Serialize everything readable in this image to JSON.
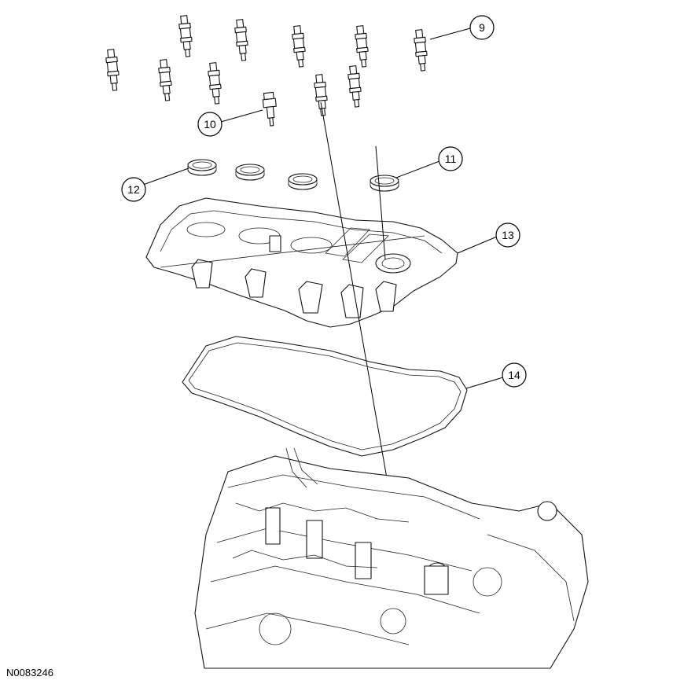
{
  "figure_id": "N0083246",
  "callouts": [
    {
      "id": "9",
      "label": "9"
    },
    {
      "id": "10",
      "label": "10"
    },
    {
      "id": "11",
      "label": "11"
    },
    {
      "id": "12",
      "label": "12"
    },
    {
      "id": "13",
      "label": "13"
    },
    {
      "id": "14",
      "label": "14"
    }
  ]
}
